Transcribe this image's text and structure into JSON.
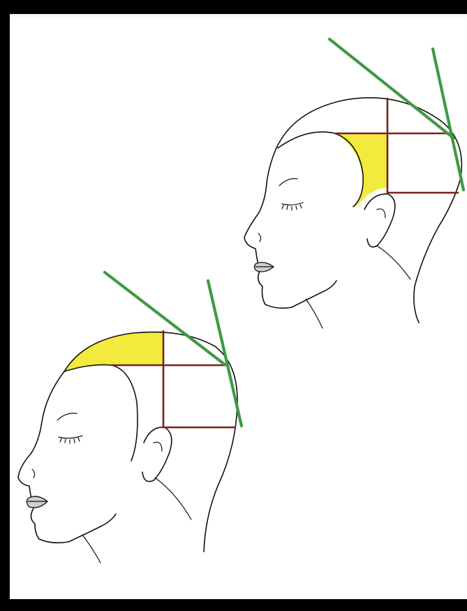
{
  "figure": {
    "subject": "head-profile-sectioning",
    "heads": [
      {
        "id": "upper-right",
        "highlighted_section": "front-side-panel"
      },
      {
        "id": "lower-left",
        "highlighted_section": "top-front-panel"
      }
    ]
  },
  "colors": {
    "frame": "#000000",
    "background": "#ffffff",
    "outline": "#111111",
    "section_lines": "#7a1f1f",
    "guide_lines": "#3f9a43",
    "highlight": "#f2ea3c",
    "lips": "#cfcfcf"
  }
}
